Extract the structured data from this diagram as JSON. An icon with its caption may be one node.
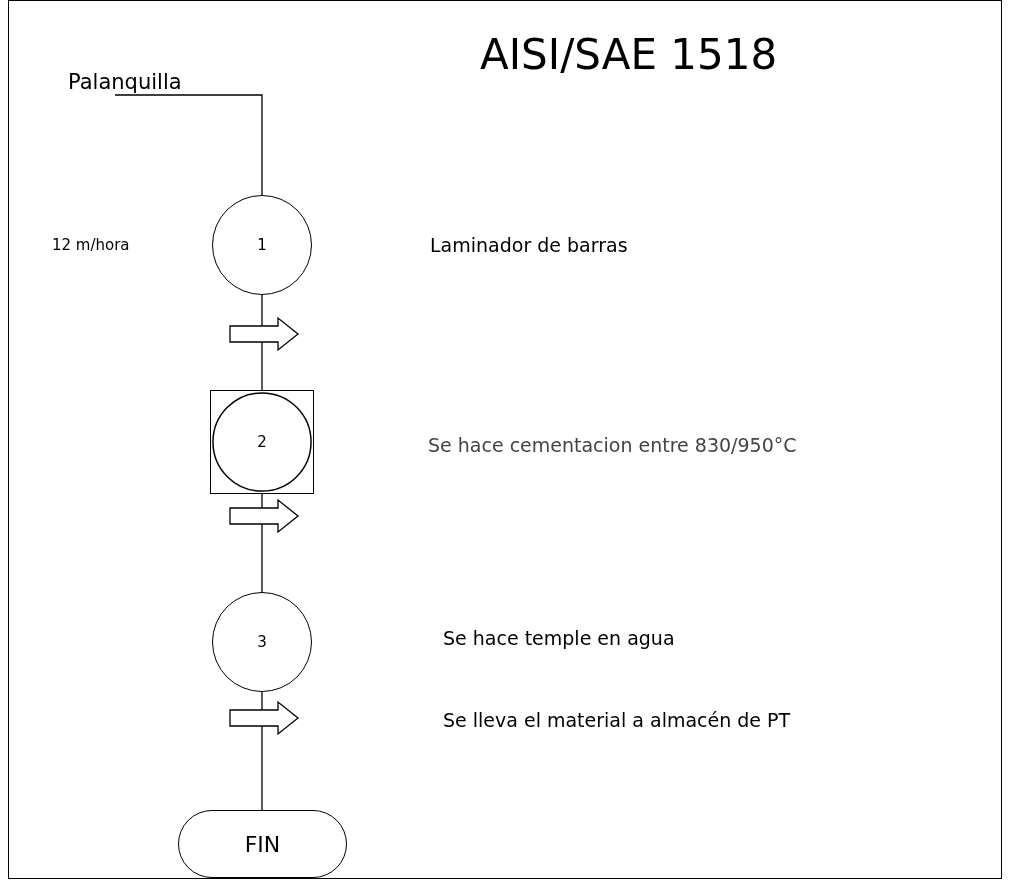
{
  "diagram": {
    "title": "AISI/SAE 1518",
    "nodes": [
      {
        "text": [
          "Palanquilla"
        ]
      },
      {
        "text": [
          "1"
        ]
      },
      {
        "text": [
          "2"
        ]
      },
      {
        "text": [
          "3"
        ]
      },
      {
        "text": [
          "FIN"
        ]
      }
    ],
    "edges": [
      {
        "from": 0,
        "to": 1,
        "arrow": "none"
      },
      {
        "from": 1,
        "to": 2,
        "arrow": "none"
      },
      {
        "from": 2,
        "to": 3,
        "arrow": "none"
      },
      {
        "from": 3,
        "to": 4,
        "arrow": "none"
      }
    ],
    "labels": [
      "12 m/hora",
      "Laminador de barras",
      "Se hace cementacion entre 830/950°C",
      "Se hace temple en agua",
      "Se lleva el material a almacén de PT"
    ]
  }
}
